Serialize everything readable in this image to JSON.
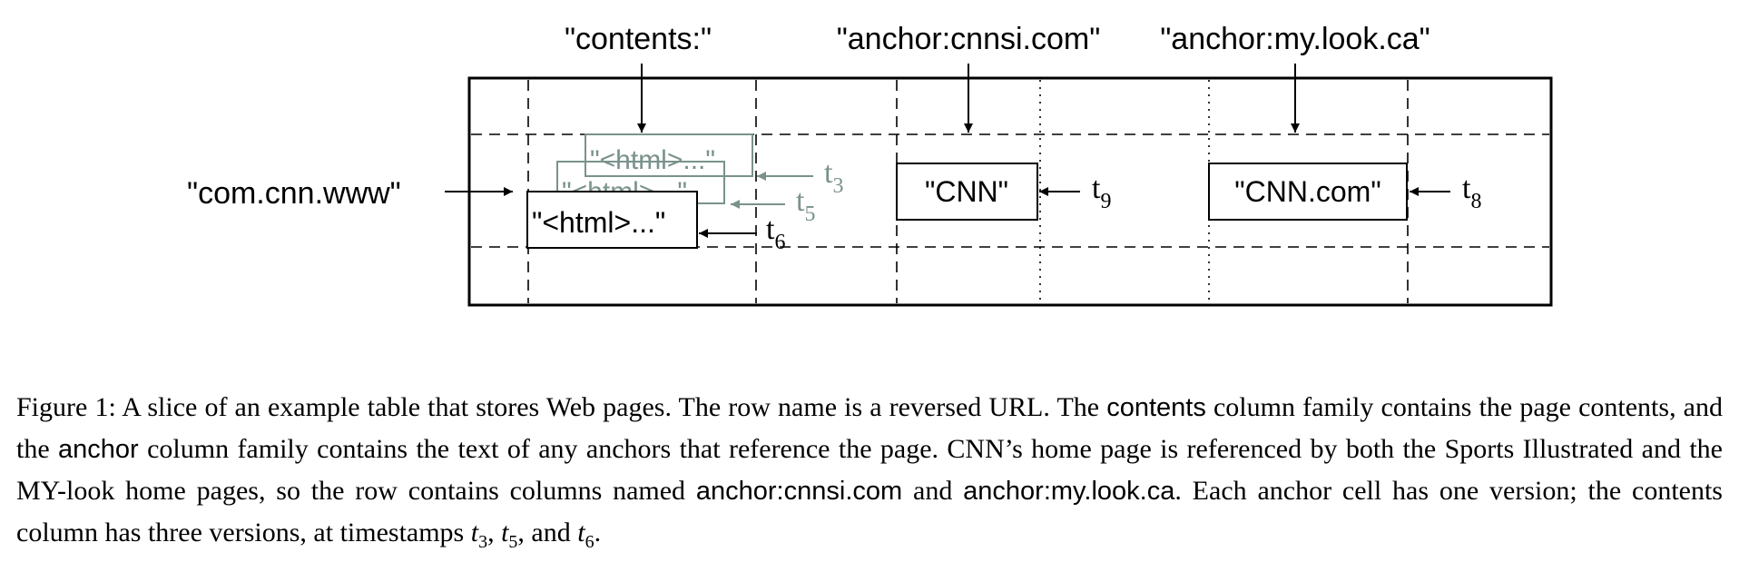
{
  "diagram": {
    "column_labels": {
      "contents": "\"contents:\"",
      "anchor_cnnsi": "\"anchor:cnnsi.com\"",
      "anchor_mylook": "\"anchor:my.look.ca\""
    },
    "row_label": "\"com.cnn.www\"",
    "cells": {
      "html_t3": "\"<html>...\"",
      "html_t5": "\"<html>...\"",
      "html_t6": "\"<html>...\"",
      "cnn": "\"CNN\"",
      "cnn_com": "\"CNN.com\""
    },
    "timestamps": {
      "t3": {
        "base": "t",
        "sub": "3"
      },
      "t5": {
        "base": "t",
        "sub": "5"
      },
      "t6": {
        "base": "t",
        "sub": "6"
      },
      "t9": {
        "base": "t",
        "sub": "9"
      },
      "t8": {
        "base": "t",
        "sub": "8"
      }
    },
    "colors": {
      "ink": "#000000",
      "older_versions": "#7a928c"
    }
  },
  "caption": {
    "label": "Figure 1:",
    "part1": " A slice of an example table that stores Web pages. The row name is a reversed URL. The ",
    "sf_contents": "contents",
    "part2": " column family contains the page contents, and the ",
    "sf_anchor": "anchor",
    "part3": " column family contains the text of any anchors that reference the page. CNN’s home page is referenced by both the Sports Illustrated and the MY-look home pages, so the row contains columns named ",
    "sf_anchor_cnnsi": "anchor:cnnsi.com",
    "part4": " and ",
    "sf_anchor_mylook": "anchor:my.look.ca",
    "part5": ". Each anchor cell has one version; the contents column has three versions, at timestamps ",
    "t3_base": "t",
    "t3_sub": "3",
    "sep1": ", ",
    "t5_base": "t",
    "t5_sub": "5",
    "sep2": ", and ",
    "t6_base": "t",
    "t6_sub": "6",
    "end": "."
  }
}
